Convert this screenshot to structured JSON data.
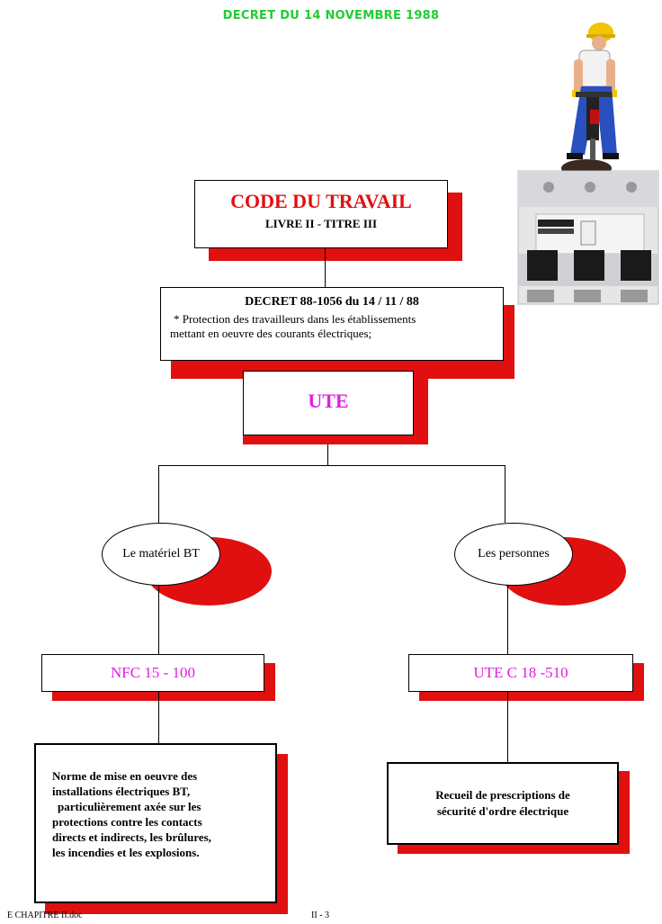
{
  "header": {
    "title": "DECRET DU 14 NOVEMBRE 1988"
  },
  "code_box": {
    "title": "CODE DU TRAVAIL",
    "subtitle": "LIVRE II - TITRE III"
  },
  "decret_box": {
    "title": "DECRET 88-1056 du 14 / 11 / 88",
    "line1": "* Protection des travailleurs dans les établissements",
    "line2": "mettant en oeuvre des courants électriques;"
  },
  "ute_box": {
    "label": "UTE"
  },
  "left_branch": {
    "oval": "Le matériel BT",
    "norm": "NFC 15 - 100",
    "description": [
      "Norme de mise en oeuvre des",
      "installations électriques BT,",
      "particulièrement axée sur les",
      "protections contre les contacts",
      "directs et indirects, les brûlures,",
      "les incendies et les explosions."
    ]
  },
  "right_branch": {
    "oval": "Les personnes",
    "norm": "UTE C 18 -510",
    "description": [
      "Recueil de prescriptions de",
      "sécurité d'ordre électrique"
    ]
  },
  "footer": {
    "left": "E CHAPITRE II.doc",
    "center": "II - 3"
  },
  "colors": {
    "accent_red": "#e01010",
    "title_red": "#e01010",
    "magenta": "#e020e0",
    "green": "#22cc33"
  },
  "images": {
    "worker": "worker-jackhammer-icon",
    "breaker": "circuit-breaker-icon"
  }
}
